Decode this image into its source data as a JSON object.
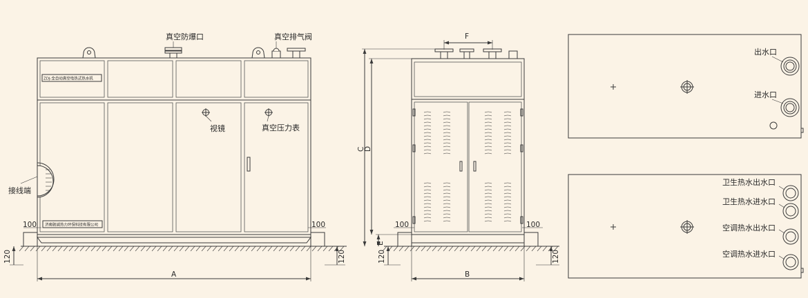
{
  "front_view": {
    "labels": {
      "vacuum_explosion_port": "真空防爆口",
      "vacuum_exhaust_valve": "真空排气阀",
      "sight_glass": "视镜",
      "vacuum_pressure_gauge": "真空压力表",
      "terminal": "接线端"
    },
    "nameplate_title": "ZDJ-全自动真空电热式热水机",
    "nameplate_company": "济南驰诚热力环保科技有限公司",
    "dims": {
      "width": "A",
      "left_clearance": "100",
      "right_clearance": "100",
      "left_height": "120",
      "right_height": "120"
    }
  },
  "side_view": {
    "dims": {
      "flange_spacing": "F",
      "total_height": "C",
      "body_height": "D",
      "base_height": "E",
      "depth": "B",
      "left_clearance": "100",
      "right_clearance": "100",
      "left_height": "120",
      "right_height": "120"
    }
  },
  "top_views": {
    "upper_labels": {
      "outlet": "出水口",
      "inlet": "进水口"
    },
    "lower_labels": {
      "sanitary_outlet": "卫生热水出水口",
      "sanitary_inlet": "卫生热水进水口",
      "ac_outlet": "空调热水出水口",
      "ac_inlet": "空调热水进水口"
    }
  }
}
